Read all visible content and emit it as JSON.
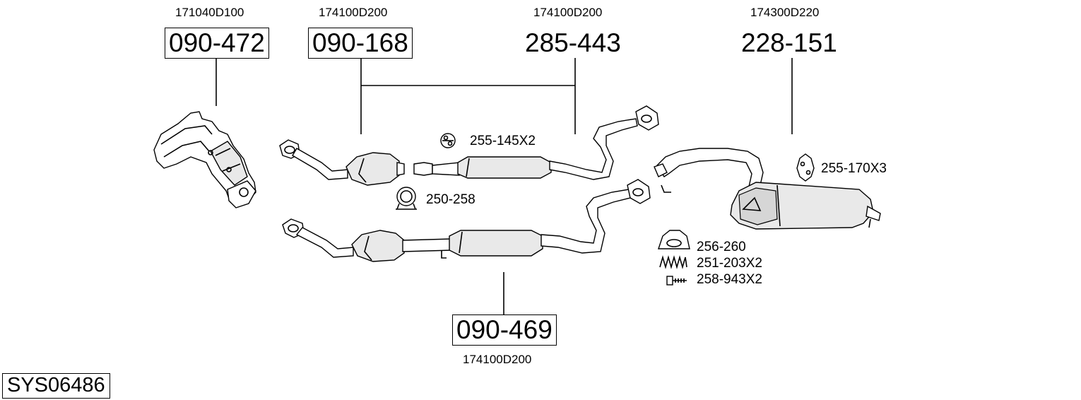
{
  "diagram_id": "SYS06486",
  "parts": [
    {
      "part_number": "090-472",
      "oem": "171040D100",
      "boxed": true
    },
    {
      "part_number": "090-168",
      "oem": "174100D200",
      "boxed": true
    },
    {
      "part_number": "285-443",
      "oem": "174100D200",
      "boxed": false
    },
    {
      "part_number": "228-151",
      "oem": "174300D220",
      "boxed": false
    },
    {
      "part_number": "090-469",
      "oem": "174100D200",
      "boxed": true
    }
  ],
  "accessories": [
    {
      "code": "255-145X2",
      "icon": "rubber-hanger-icon"
    },
    {
      "code": "250-258",
      "icon": "pipe-clamp-icon"
    },
    {
      "code": "255-170X3",
      "icon": "rubber-hanger-icon"
    },
    {
      "code": "256-260",
      "icon": "gasket-ring-icon"
    },
    {
      "code": "251-203X2",
      "icon": "spring-icon"
    },
    {
      "code": "258-943X2",
      "icon": "bolt-icon"
    }
  ]
}
